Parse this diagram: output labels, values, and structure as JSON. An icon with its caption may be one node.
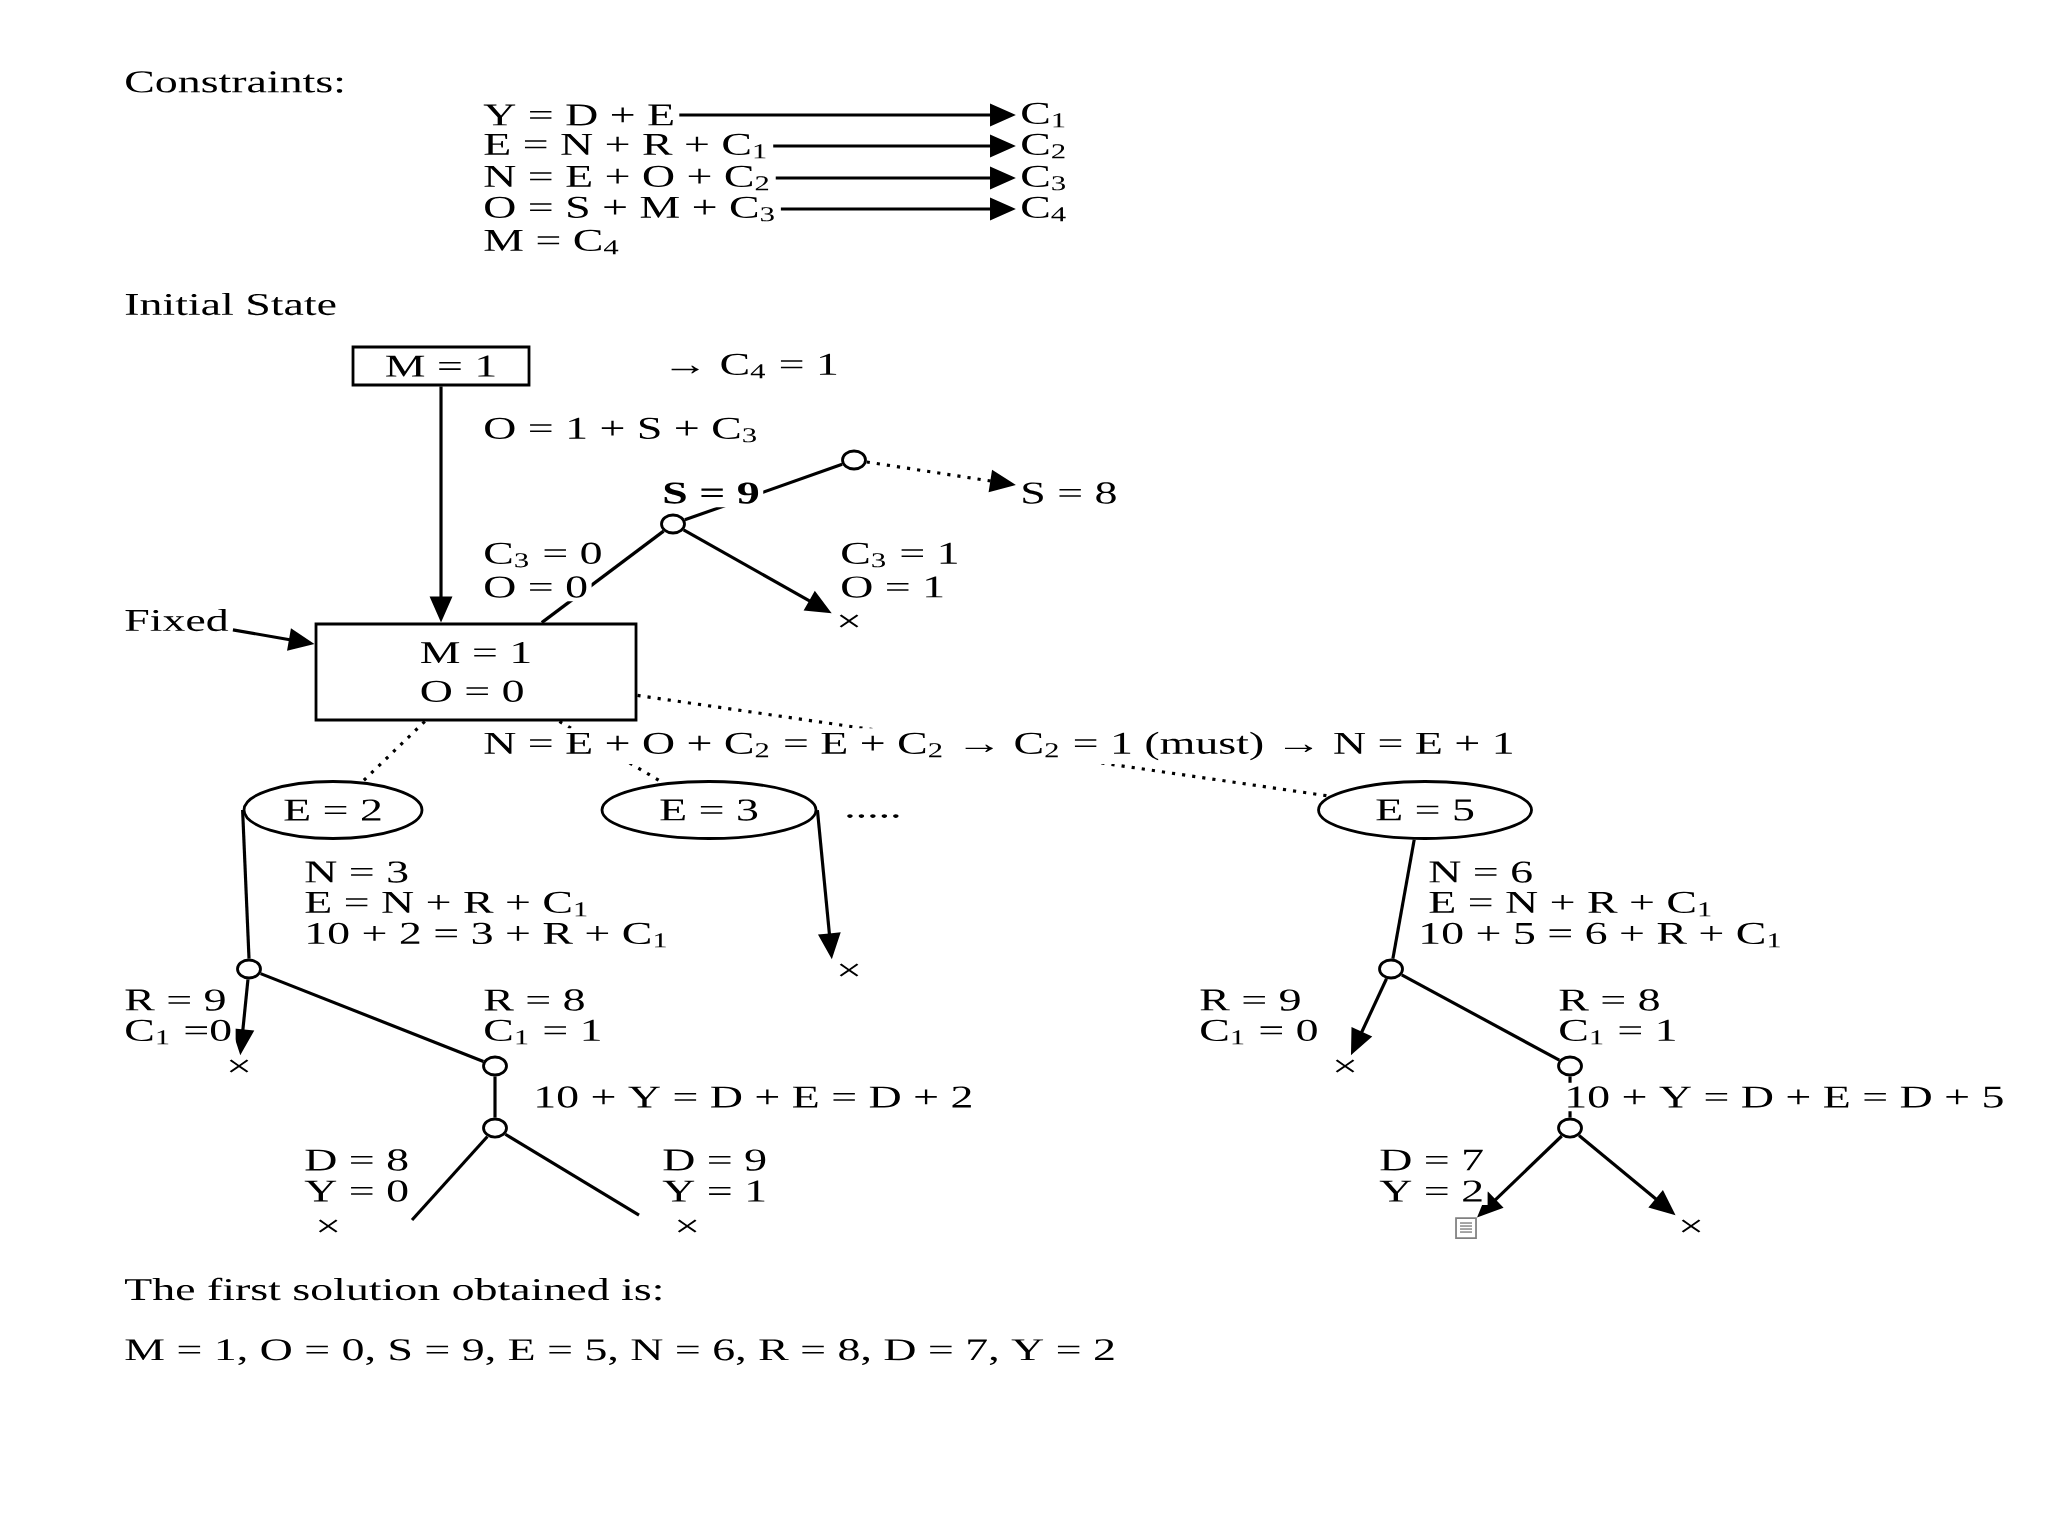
{
  "diagram": {
    "nodes": [
      {
        "text": [
          "Y = D + E"
        ]
      },
      {
        "text": [
          "E = N + R + C$_{1}$"
        ]
      },
      {
        "text": [
          "N = E + O + C$_{2}$"
        ]
      },
      {
        "text": [
          "O = S + M + C$_{3}$"
        ]
      },
      {
        "text": [
          "C$_{1}$"
        ]
      },
      {
        "text": [
          "C$_{2}$"
        ]
      },
      {
        "text": [
          "C$_{3}$"
        ]
      },
      {
        "text": [
          "C$_{4}$"
        ]
      },
      {
        "text": [
          "M = 1"
        ]
      },
      {
        "text": [
          "Fixed"
        ]
      },
      {
        "text": [
          "M = 1",
          "O = 0"
        ]
      },
      {
        "text": [],
        "shape": "circle"
      },
      {
        "text": [],
        "shape": "circle"
      },
      {
        "text": [
          "S = 8"
        ]
      },
      {
        "text": [
          "×"
        ]
      },
      {
        "text": [
          "E = 2"
        ]
      },
      {
        "text": [
          "E = 3"
        ]
      },
      {
        "text": [
          "E = 5"
        ]
      },
      {
        "text": [
          "×"
        ]
      },
      {
        "text": [],
        "shape": "circle"
      },
      {
        "text": [
          "×"
        ]
      },
      {
        "text": [],
        "shape": "circle"
      },
      {
        "text": [],
        "shape": "circle"
      },
      {
        "text": [],
        "shape": "circle"
      },
      {
        "text": [
          "×"
        ]
      },
      {
        "text": [],
        "shape": "circle"
      },
      {
        "text": [],
        "shape": "circle"
      },
      {
        "text": [],
        "shape": "box"
      },
      {
        "text": [
          "×"
        ]
      }
    ],
    "edges": [
      {
        "from": 0,
        "to": 4,
        "arrow": "to"
      },
      {
        "from": 1,
        "to": 5,
        "arrow": "to"
      },
      {
        "from": 2,
        "to": 6,
        "arrow": "to"
      },
      {
        "from": 3,
        "to": 7,
        "arrow": "to"
      },
      {
        "from": 8,
        "to": 10,
        "arrow": "to"
      },
      {
        "from": 9,
        "to": 10,
        "arrow": "to"
      },
      {
        "from": 10,
        "to": 11,
        "arrow": "none"
      },
      {
        "from": 11,
        "to": 12,
        "arrow": "none"
      },
      {
        "from": 12,
        "to": 13,
        "arrow": "to",
        "style": "dashed"
      },
      {
        "from": 11,
        "to": 14,
        "arrow": "to"
      },
      {
        "from": 10,
        "to": 15,
        "arrow": "none",
        "style": "dashed"
      },
      {
        "from": 10,
        "to": 16,
        "arrow": "none",
        "style": "dashed"
      },
      {
        "from": 10,
        "to": 17,
        "arrow": "none",
        "style": "dashed"
      },
      {
        "from": 16,
        "to": 18,
        "arrow": "to"
      },
      {
        "from": 15,
        "to": 19,
        "arrow": "none"
      },
      {
        "from": 19,
        "to": 20,
        "arrow": "to"
      },
      {
        "from": 19,
        "to": 21,
        "arrow": "none"
      },
      {
        "from": 21,
        "to": 22,
        "arrow": "none"
      },
      {
        "from": 22,
        "to": null,
        "arrow": "none"
      },
      {
        "from": 22,
        "to": null,
        "arrow": "none"
      },
      {
        "from": 17,
        "to": 23,
        "arrow": "none"
      },
      {
        "from": 23,
        "to": 24,
        "arrow": "to"
      },
      {
        "from": 23,
        "to": 25,
        "arrow": "none"
      },
      {
        "from": 25,
        "to": 26,
        "arrow": "none"
      },
      {
        "from": 26,
        "to": 27,
        "arrow": "to"
      },
      {
        "from": 26,
        "to": 28,
        "arrow": "to"
      }
    ],
    "labels": [
      "Constraints:",
      "M = C$_{4}$",
      "Initial State",
      "→ C$_{4}$ = 1",
      "O = 1 + S + C$_{3}$",
      "S = 9",
      "C$_{3}$ = 0",
      "O = 0",
      "C$_{3}$ = 1",
      "O = 1",
      "N = E + O + C$_{2}$ = E + C$_{2}$ → C$_{2}$ = 1 (must) → N = E + 1",
      ".....",
      "N = 3",
      "E = N + R + C$_{1}$",
      "10 + 2 = 3 + R + C$_{1}$",
      "R = 9",
      "C$_{1}$ =0",
      "R = 8",
      "C$_{1}$ = 1",
      "10 + Y = D + E = D + 2",
      "D = 8",
      "Y = 0",
      "×",
      "D = 9",
      "Y = 1",
      "×",
      "N = 6",
      "E = N + R + C$_{1}$",
      "10 + 5 = 6 + R + C$_{1}$",
      "R = 9",
      "C$_{1}$ = 0",
      "R = 8",
      "C$_{1}$ = 1",
      "10 + Y = D + E = D + 5",
      "D = 7",
      "Y = 2",
      "The first solution obtained is:",
      "M = 1, O = 0, S = 9, E = 5, N = 6, R = 8, D = 7, Y = 2"
    ]
  }
}
